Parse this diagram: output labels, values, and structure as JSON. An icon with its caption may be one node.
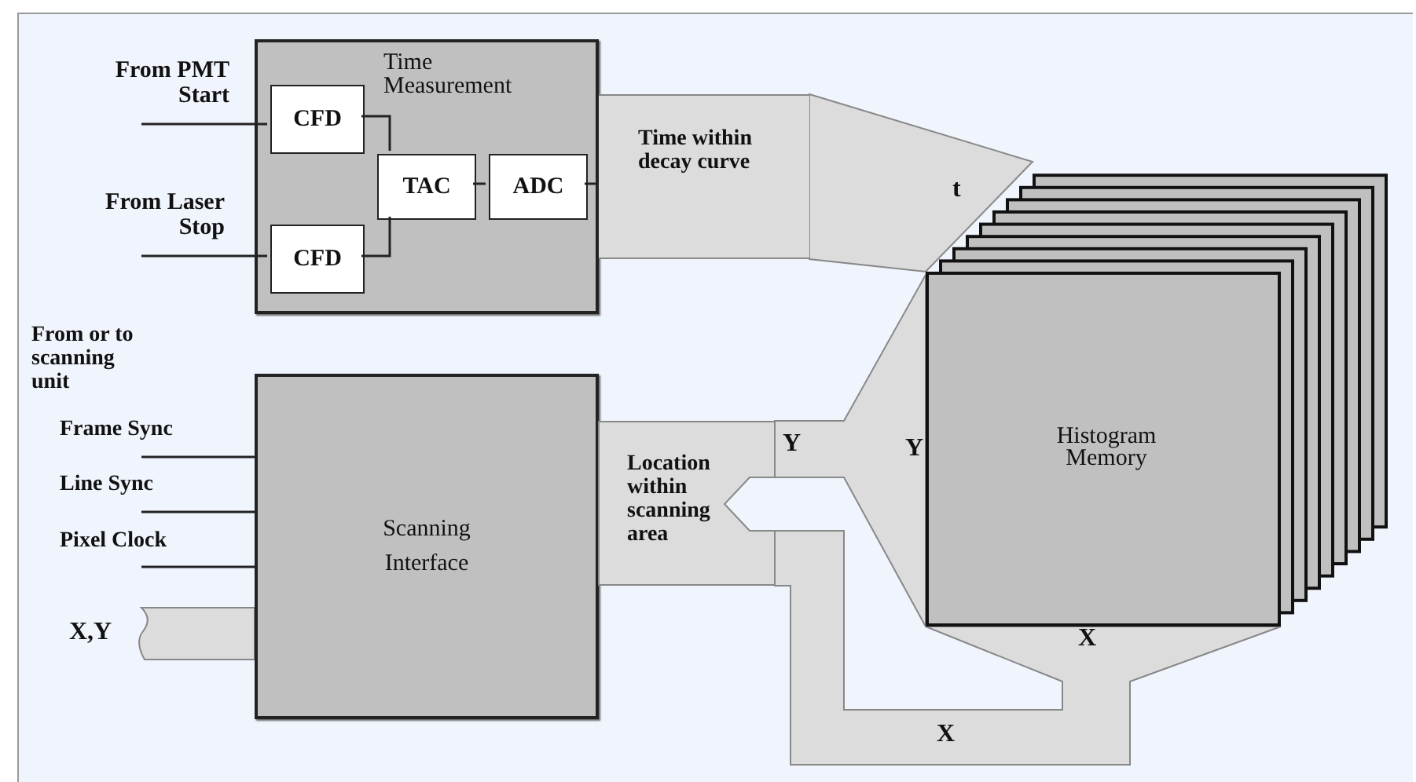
{
  "diagram": {
    "nodes": [
      {
        "text": [
          "Time Measurement"
        ]
      },
      {
        "text": [
          "CFD"
        ],
        "in": 0
      },
      {
        "text": [
          "CFD"
        ],
        "in": 0
      },
      {
        "text": [
          "TAC"
        ],
        "in": 0
      },
      {
        "text": [
          "ADC"
        ],
        "in": 0
      },
      {
        "text": [
          "Scanning Interface"
        ]
      },
      {
        "text": [
          "Histogram Memory"
        ],
        "beside": [
          "Y",
          "X"
        ]
      },
      {
        "text": [
          "Time within decay curve"
        ]
      },
      {
        "text": [
          "Location within scanning area"
        ]
      }
    ],
    "edges": [
      {
        "from": null,
        "to": 1,
        "arrow": "none"
      },
      {
        "from": null,
        "to": 2,
        "arrow": "none"
      },
      {
        "from": 1,
        "to": 3,
        "arrow": "none"
      },
      {
        "from": 2,
        "to": 3,
        "arrow": "none"
      },
      {
        "from": 3,
        "to": 4,
        "arrow": "none"
      },
      {
        "from": 4,
        "to": 7,
        "arrow": "none"
      },
      {
        "from": 7,
        "to": 6,
        "arrow": "none",
        "label": "t",
        "style": "thick"
      },
      {
        "from": null,
        "to": 5,
        "arrow": "none"
      },
      {
        "from": null,
        "to": 5,
        "arrow": "none"
      },
      {
        "from": null,
        "to": 5,
        "arrow": "none"
      },
      {
        "from": null,
        "to": 5,
        "arrow": "none",
        "style": "thick"
      },
      {
        "from": 8,
        "to": 6,
        "arrow": "none",
        "label": "Y",
        "style": "thick"
      },
      {
        "from": 8,
        "to": 6,
        "arrow": "none",
        "label": "X",
        "style": "thick"
      }
    ],
    "labels": [
      "From PMT Start",
      "From Laser Stop",
      "From or to scanning unit",
      "Frame Sync",
      "Line Sync",
      "Pixel Clock",
      "X,Y"
    ]
  }
}
